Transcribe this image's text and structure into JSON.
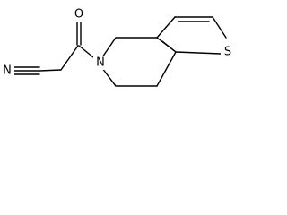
{
  "structure": {
    "atoms": {
      "oxygen": "O",
      "nitrogen_ring": "N",
      "nitrogen_nitrile": "N",
      "sulfur": "S"
    }
  },
  "colors": {
    "bond": "#000000",
    "text": "#000000",
    "background": "#ffffff"
  }
}
